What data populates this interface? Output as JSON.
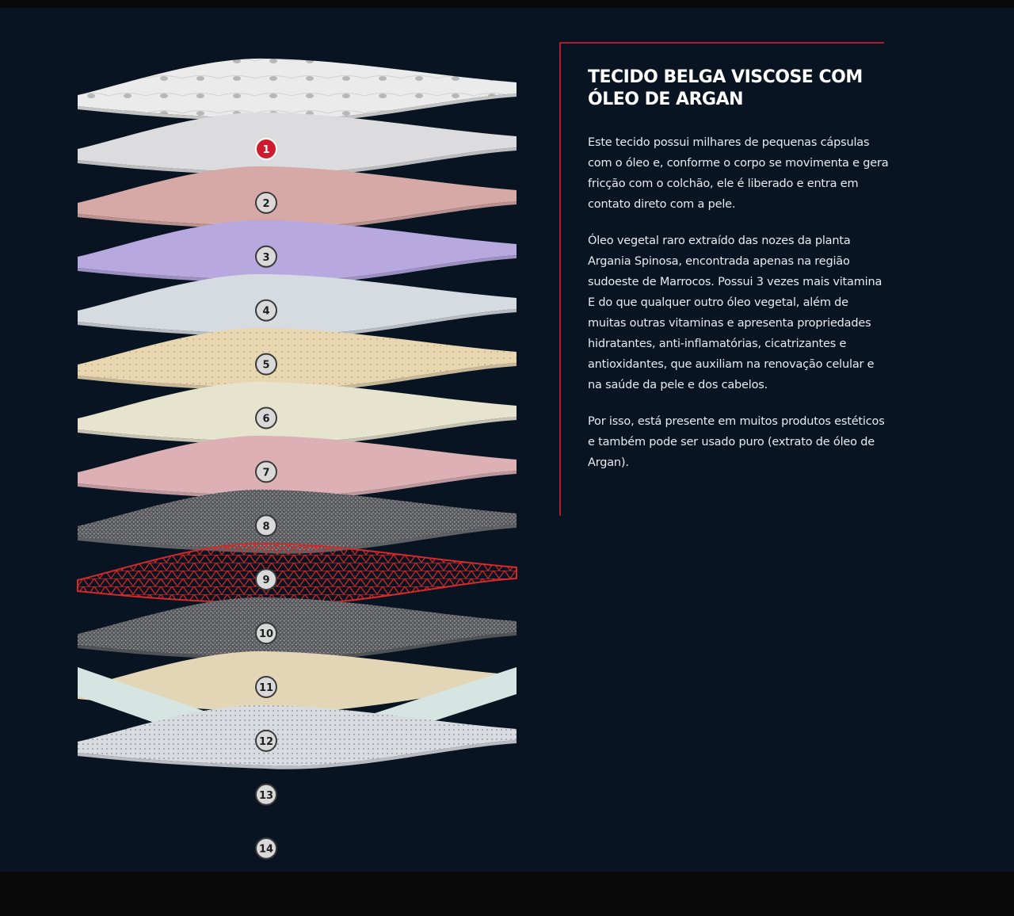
{
  "info": {
    "title": "TECIDO BELGA VISCOSE COM ÓLEO DE ARGAN",
    "paragraphs": [
      "Este tecido possui milhares de pequenas cápsulas com o óleo e, conforme o corpo se movimenta e gera fricção com o colchão, ele é liberado e entra em contato direto com a pele.",
      "Óleo vegetal raro extraído das nozes da planta Argania Spinosa, encontrada apenas na região sudoeste de Marrocos. Possui 3 vezes mais vitamina E do que qualquer outro óleo vegetal, além de muitas outras vitaminas e apresenta propriedades hidratantes, anti-inflamatórias, cicatrizantes e antioxidantes, que auxiliam na renovação celular e na saúde da pele e dos cabelos.",
      "Por isso, está presente em muitos produtos estéticos e também pode ser usado puro (extrato de óleo de Argan)."
    ]
  },
  "layers": [
    {
      "number": "1",
      "color": "#e4e4e4",
      "texture": "quilted",
      "active": true
    },
    {
      "number": "2",
      "color": "#dcdcdf",
      "texture": "smooth",
      "active": false
    },
    {
      "number": "3",
      "color": "#d7a9a6",
      "texture": "smooth",
      "active": false
    },
    {
      "number": "4",
      "color": "#b7a8e0",
      "texture": "smooth",
      "active": false
    },
    {
      "number": "5",
      "color": "#d6dbe1",
      "texture": "smooth",
      "active": false
    },
    {
      "number": "6",
      "color": "#e8d6b0",
      "texture": "perforated",
      "active": false
    },
    {
      "number": "7",
      "color": "#e6e3cf",
      "texture": "smooth",
      "active": false
    },
    {
      "number": "8",
      "color": "#dcb0b4",
      "texture": "smooth",
      "active": false
    },
    {
      "number": "9",
      "color": "#6e7073",
      "texture": "felt",
      "active": false
    },
    {
      "number": "10",
      "color": "#d42a2a",
      "texture": "springs",
      "active": false
    },
    {
      "number": "11",
      "color": "#5d6063",
      "texture": "felt",
      "active": false
    },
    {
      "number": "12",
      "color": "#e3d6b6",
      "texture": "base-with-rails",
      "active": false
    },
    {
      "number": "13",
      "color": "#d8dbe0",
      "texture": "mesh",
      "active": false
    },
    {
      "number": "14",
      "color": "#ffffff",
      "texture": "none",
      "active": false
    }
  ],
  "colors": {
    "background": "#081422",
    "accent": "#b51a2a",
    "badge_active": "#d01a2e",
    "badge_default": "#d9d9d9",
    "rails": "#d6e4e2"
  }
}
